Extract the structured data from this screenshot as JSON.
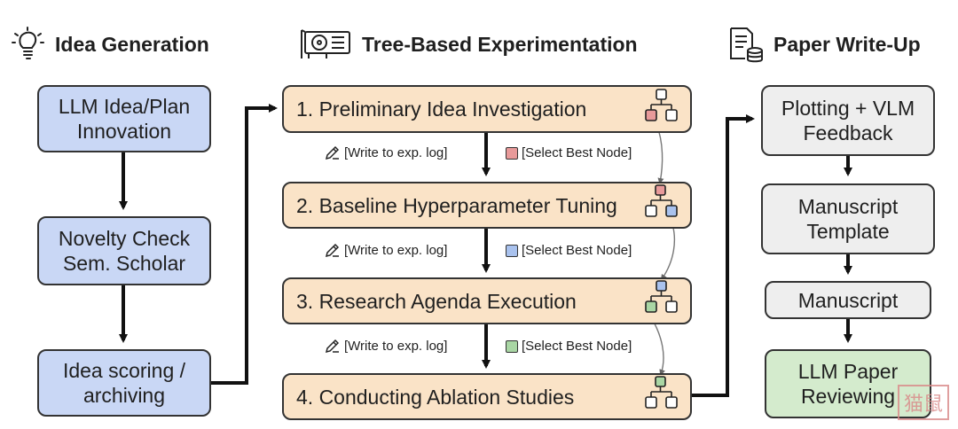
{
  "headers": {
    "idea": "Idea Generation",
    "tree": "Tree-Based Experimentation",
    "paper": "Paper Write-Up"
  },
  "idea_column": {
    "box1": "LLM Idea/Plan Innovation",
    "box2": "Novelty Check Sem. Scholar",
    "box3": "Idea scoring / archiving"
  },
  "experiment_column": {
    "stages": [
      "1.  Preliminary Idea Investigation",
      "2.  Baseline Hyperparameter Tuning",
      "3.  Research Agenda Execution",
      "4.  Conducting Ablation Studies"
    ],
    "write_log": "[Write to exp. log]",
    "select_best": "[Select Best Node]"
  },
  "paper_column": {
    "box1": "Plotting + VLM Feedback",
    "box2": "Manuscript Template",
    "box3": "Manuscript",
    "box4": "LLM Paper Reviewing"
  },
  "colors": {
    "blue_box": "#c9d7f5",
    "orange_box": "#fae3c7",
    "gray_box": "#eeeeee",
    "green_box": "#d4ebcd",
    "node_red": "#e89a9a",
    "node_blue": "#a9c2ee",
    "node_green": "#a9d6a4"
  },
  "watermark": "猫鼠"
}
